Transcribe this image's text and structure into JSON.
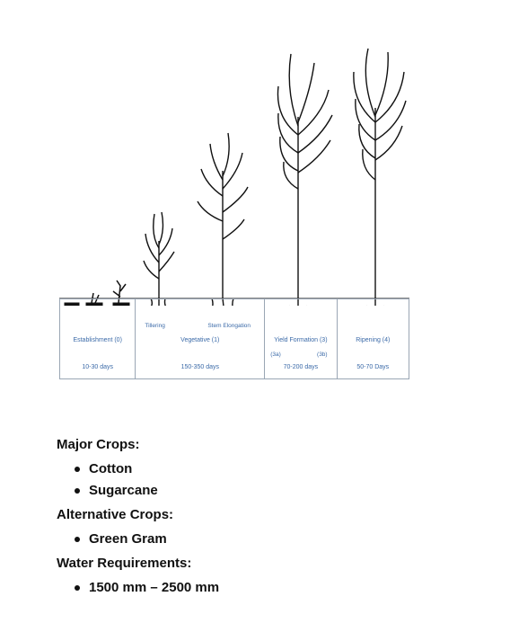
{
  "figure": {
    "stages": [
      {
        "name": "Establishment (0)",
        "days": "10-30 days"
      },
      {
        "name": "Vegetative (1)",
        "days": "150-350 days",
        "sub_left": "Tillering",
        "sub_right": "Stem Elongation"
      },
      {
        "name": "Yield Formation (3)",
        "days": "70-200 days",
        "sub_left": "(3a)",
        "sub_right": "(3b)"
      },
      {
        "name": "Ripening (4)",
        "days": "50-70 Days"
      }
    ],
    "line_color": "#111111",
    "label_color": "#3b6aa8"
  },
  "sections": [
    {
      "heading": "Major Crops:",
      "items": [
        "Cotton",
        "Sugarcane"
      ]
    },
    {
      "heading": "Alternative Crops:",
      "items": [
        "Green Gram"
      ]
    },
    {
      "heading": "Water Requirements:",
      "items": [
        "1500 mm – 2500 mm"
      ]
    }
  ]
}
